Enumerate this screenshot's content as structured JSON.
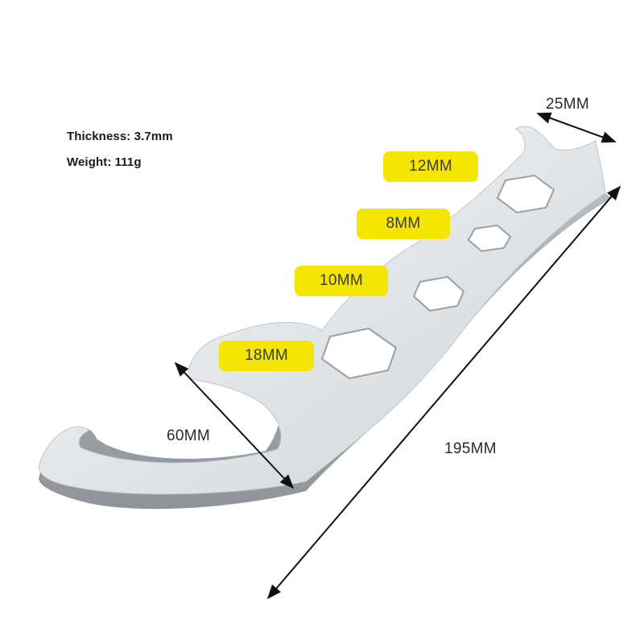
{
  "specs": {
    "thickness": "Thickness: 3.7mm",
    "weight": "Weight: 111g"
  },
  "dimensions": {
    "width_top": "25MM",
    "hook_width": "60MM",
    "length": "195MM"
  },
  "hex_sizes": {
    "size_12": "12MM",
    "size_8": "8MM",
    "size_10": "10MM",
    "size_18": "18MM"
  },
  "colors": {
    "tag_background": "#f4e600",
    "tool_metal": "#e6e9ec",
    "tool_edge": "#9aa0a6"
  }
}
